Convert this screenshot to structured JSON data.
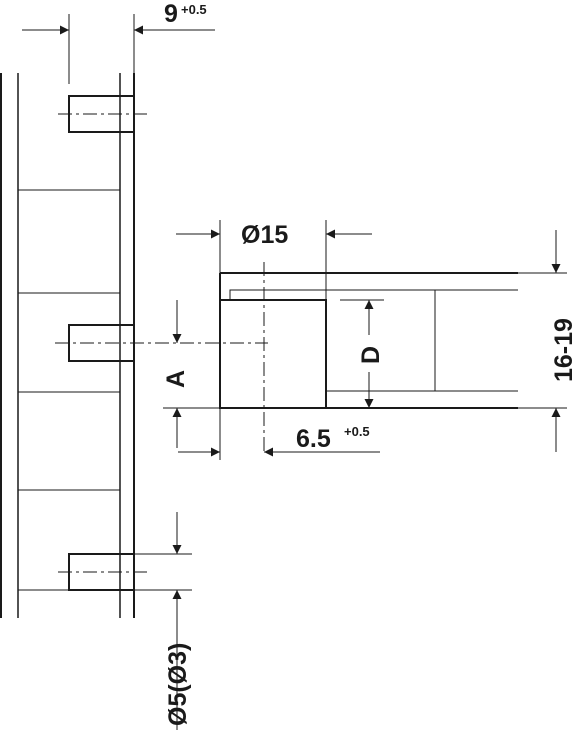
{
  "dimensions": {
    "top_width": {
      "value": "9",
      "tolerance": "+0.5"
    },
    "dowel_pitch": {
      "value": "A"
    },
    "diameter": {
      "value": "Ø15"
    },
    "depth": {
      "value": "D"
    },
    "thickness": {
      "value": "16-19"
    },
    "offset": {
      "value": "6.5",
      "tolerance": "+0.5"
    },
    "bore_diameter": {
      "value": "Ø5(Ø3)"
    }
  }
}
